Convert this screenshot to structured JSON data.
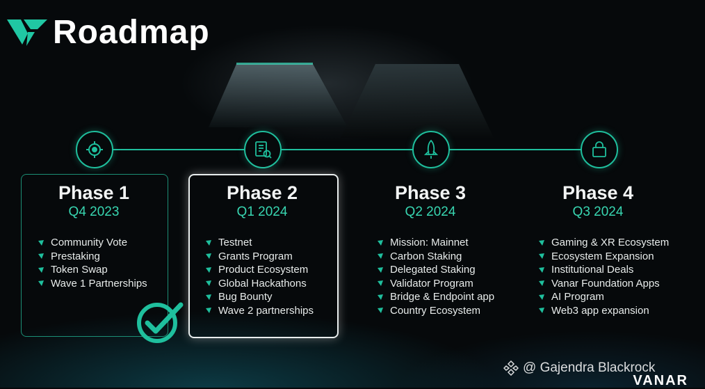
{
  "header": {
    "title": "Roadmap"
  },
  "phases": [
    {
      "title": "Phase 1",
      "date": "Q4 2023",
      "icon": "target-icon",
      "items": [
        "Community Vote",
        "Prestaking",
        "Token Swap",
        "Wave 1 Partnerships"
      ]
    },
    {
      "title": "Phase 2",
      "date": "Q1 2024",
      "icon": "checklist-icon",
      "items": [
        "Testnet",
        "Grants Program",
        "Product Ecosystem",
        "Global Hackathons",
        "Bug Bounty",
        "Wave 2 partnerships"
      ]
    },
    {
      "title": "Phase 3",
      "date": "Q2 2024",
      "icon": "rocket-icon",
      "items": [
        "Mission: Mainnet",
        "Carbon Staking",
        "Delegated Staking",
        "Validator Program",
        "Bridge & Endpoint app",
        "Country Ecosystem"
      ]
    },
    {
      "title": "Phase 4",
      "date": "Q3 2024",
      "icon": "bag-icon",
      "items": [
        "Gaming & XR Ecosystem",
        "Ecosystem Expansion",
        "Institutional Deals",
        "Vanar Foundation Apps",
        "AI Program",
        "Web3 app expansion"
      ]
    }
  ],
  "watermark": {
    "text": "@ Gajendra Blackrock"
  },
  "brand": {
    "name": "VANAR"
  },
  "colors": {
    "accent": "#1fbf9d",
    "date": "#38d6b1",
    "background": "#06090b"
  }
}
